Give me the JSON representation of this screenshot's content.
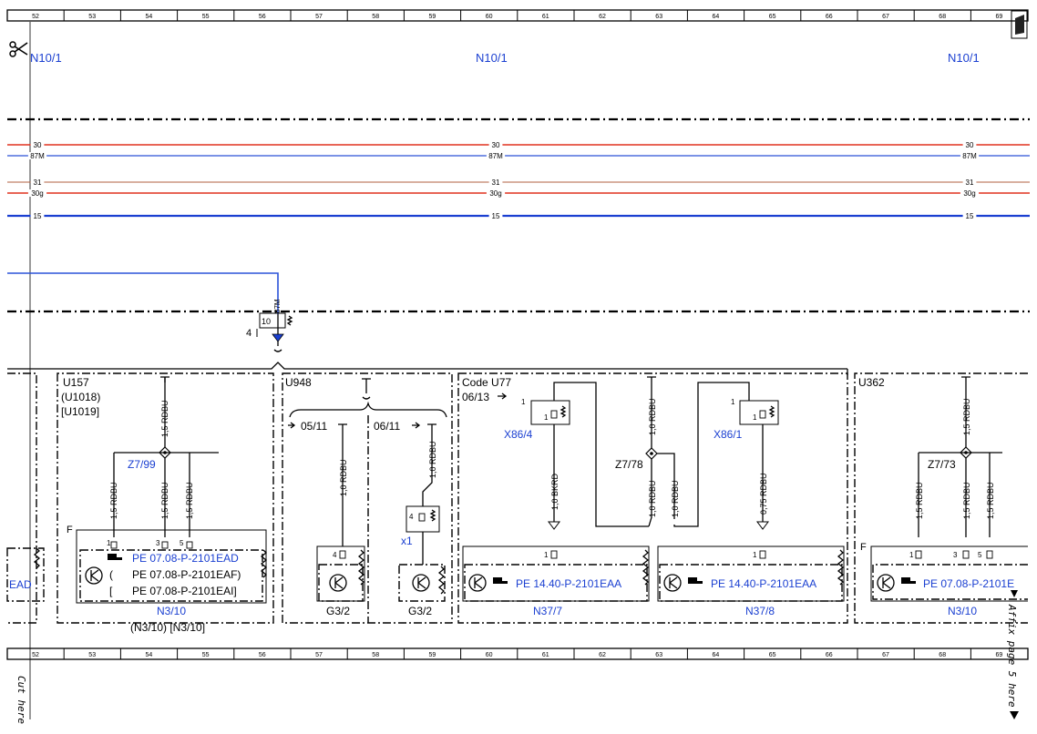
{
  "ruler": {
    "top_numbers": [
      "52",
      "53",
      "54",
      "55",
      "56",
      "57",
      "58",
      "59",
      "60",
      "61",
      "62",
      "63",
      "64",
      "65",
      "66",
      "67",
      "68",
      "69"
    ],
    "bottom_numbers": [
      "52",
      "53",
      "54",
      "55",
      "56",
      "57",
      "58",
      "59",
      "60",
      "61",
      "62",
      "63",
      "64",
      "65",
      "66",
      "67",
      "68",
      "69"
    ]
  },
  "header": {
    "n10_left": "N10/1",
    "n10_mid": "N10/1",
    "n10_right": "N10/1"
  },
  "buses": [
    {
      "label": "30",
      "color": "#e0301e"
    },
    {
      "label": "87M",
      "color": "#2a52d8"
    },
    {
      "label": "31",
      "color": "#b06040"
    },
    {
      "label": "30g",
      "color": "#e0301e"
    },
    {
      "label": "15",
      "color": "#1a3fd1"
    }
  ],
  "feed": {
    "wire_label": "87M",
    "pin_a": "10",
    "pin_b": "4"
  },
  "blocks": {
    "u157": {
      "title": "U157",
      "sub1": "(U1018)",
      "sub2": "[U1019]"
    },
    "u948": {
      "title": "U948"
    },
    "codeu77": {
      "title": "Code U77",
      "date": "06/13"
    },
    "u362": {
      "title": "U362"
    }
  },
  "wires": {
    "rdbu_15": "1,5 RDBU",
    "rdbu_10": "1,0 RDBU",
    "bkrd_10": "1,0 BKRD",
    "rdbu_075": "0,75 RDBU"
  },
  "splices": {
    "z799": "Z7/99",
    "z778": "Z7/78",
    "z773": "Z7/73"
  },
  "connectors": {
    "x864": "X86/4",
    "x861": "X86/1",
    "x1": "x1"
  },
  "variants": {
    "v0511": "05/11",
    "v0611": "06/11"
  },
  "pins": {
    "p1": "1",
    "p3": "3",
    "p4": "4",
    "p5": "5"
  },
  "frame_marker": "F",
  "refs": {
    "pe_ead": "PE 07.08-P-2101EAD",
    "pe_eaf": "PE 07.08-P-2101EAF)",
    "pe_eai": "PE 07.08-P-2101EAI]",
    "pe_1440": "PE 14.40-P-2101EAA",
    "pe_0708_e": "PE 07.08-P-2101E",
    "ead_frag": "EAD"
  },
  "components": {
    "n310": "N3/10",
    "n310_alt": "(N3/10) [N3/10]",
    "g32": "G3/2",
    "n377": "N37/7",
    "n378": "N37/8"
  },
  "side_text": {
    "cut_here": "Cut here",
    "affix": "Affix page 5 here"
  }
}
